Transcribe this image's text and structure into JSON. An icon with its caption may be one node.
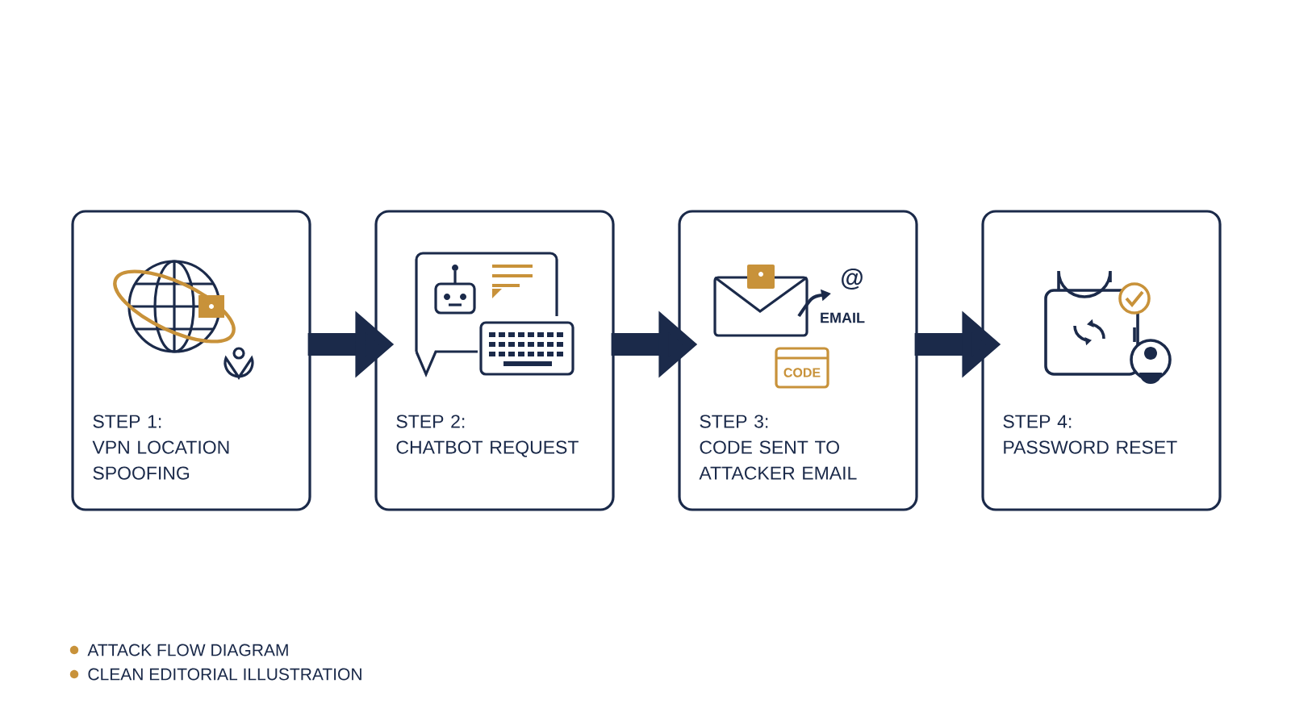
{
  "diagram": {
    "nodes": [
      {
        "text": [
          "STEP 1:",
          "VPN LOCATION SPOOFING"
        ]
      },
      {
        "text": [
          "STEP 2:",
          "CHATBOT REQUEST"
        ]
      },
      {
        "text": [
          "STEP 3:",
          "CODE SENT TO ATTACKER EMAIL"
        ]
      },
      {
        "text": [
          "STEP 4:",
          "PASSWORD RESET"
        ]
      }
    ],
    "edges": [
      {
        "from": 0,
        "to": 1,
        "arrow": "to"
      },
      {
        "from": 1,
        "to": 2,
        "arrow": "to"
      },
      {
        "from": 2,
        "to": 3,
        "arrow": "to"
      }
    ],
    "labels": [
      "@",
      "EMAIL",
      "CODE"
    ],
    "legend": [
      {
        "text": "ATTACK FLOW DIAGRAM",
        "color": "#c8923a"
      },
      {
        "text": "CLEAN EDITORIAL ILLUSTRATION",
        "color": "#c8923a"
      }
    ]
  }
}
